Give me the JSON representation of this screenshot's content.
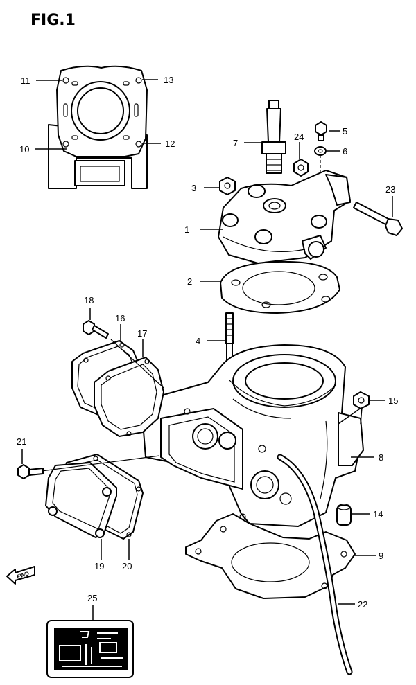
{
  "figure": {
    "title": "FIG.1",
    "fwd_label": "FWD",
    "labels": {
      "p1": "1",
      "p2": "2",
      "p3": "3",
      "p4": "4",
      "p5": "5",
      "p6": "6",
      "p7": "7",
      "p8": "8",
      "p9": "9",
      "p10": "10",
      "p11": "11",
      "p12": "12",
      "p13": "13",
      "p14": "14",
      "p15": "15",
      "p16": "16",
      "p17": "17",
      "p18": "18",
      "p19": "19",
      "p20": "20",
      "p21": "21",
      "p22": "22",
      "p23": "23",
      "p24": "24",
      "p25": "25"
    }
  }
}
